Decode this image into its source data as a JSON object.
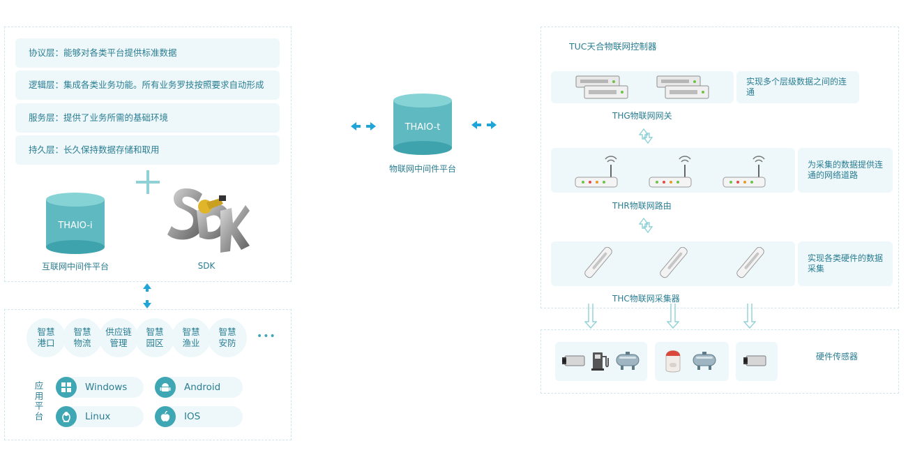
{
  "left": {
    "layers": [
      "协议层：能够对各类平台提供标准数据",
      "逻辑层：集成各类业务功能。所有业务罗技按照要求自动形成",
      "服务层：提供了业务所需的基础环境",
      "持久层：长久保持数据存储和取用"
    ],
    "db_label": "THAIO-i",
    "db_caption": "互联网中间件平台",
    "sdk_caption": "SDK",
    "apps": [
      "智慧\n港口",
      "智慧\n物流",
      "供应链\n管理",
      "智慧\n园区",
      "智慧\n渔业",
      "智慧\n安防"
    ],
    "more": "•••",
    "platform_title": [
      "应",
      "用",
      "平",
      "台"
    ],
    "platforms": [
      {
        "name": "Windows",
        "icon": "windows-icon"
      },
      {
        "name": "Android",
        "icon": "android-icon"
      },
      {
        "name": "Linux",
        "icon": "linux-icon"
      },
      {
        "name": "IOS",
        "icon": "apple-icon"
      }
    ]
  },
  "center": {
    "db_label": "THAIO-t",
    "db_caption": "物联网中间件平台"
  },
  "right": {
    "title": "TUC天合物联网控制器",
    "gateway": {
      "caption": "THG物联网网关",
      "desc": "实现多个层级数据之间的连通"
    },
    "router": {
      "caption": "THR物联网路由",
      "desc": "为采集的数据提供连通的网络道路"
    },
    "collector": {
      "caption": "THC物联网采集器",
      "desc": "实现各类硬件的数据采集"
    },
    "sensor_caption": "硬件传感器"
  },
  "colors": {
    "accent": "#2a7d92",
    "panel": "#eef8fb",
    "teal": "#5fb9c1",
    "arrow": "#1fa5d8"
  }
}
